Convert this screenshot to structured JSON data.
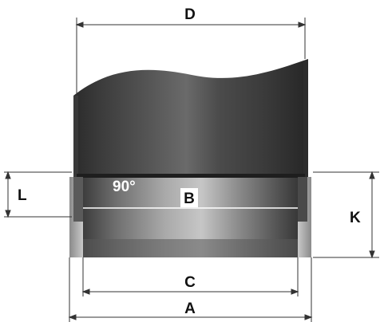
{
  "diagram": {
    "labels": {
      "A": "A",
      "B": "B",
      "C": "C",
      "D": "D",
      "K": "K",
      "L": "L",
      "angle": "90°"
    }
  }
}
